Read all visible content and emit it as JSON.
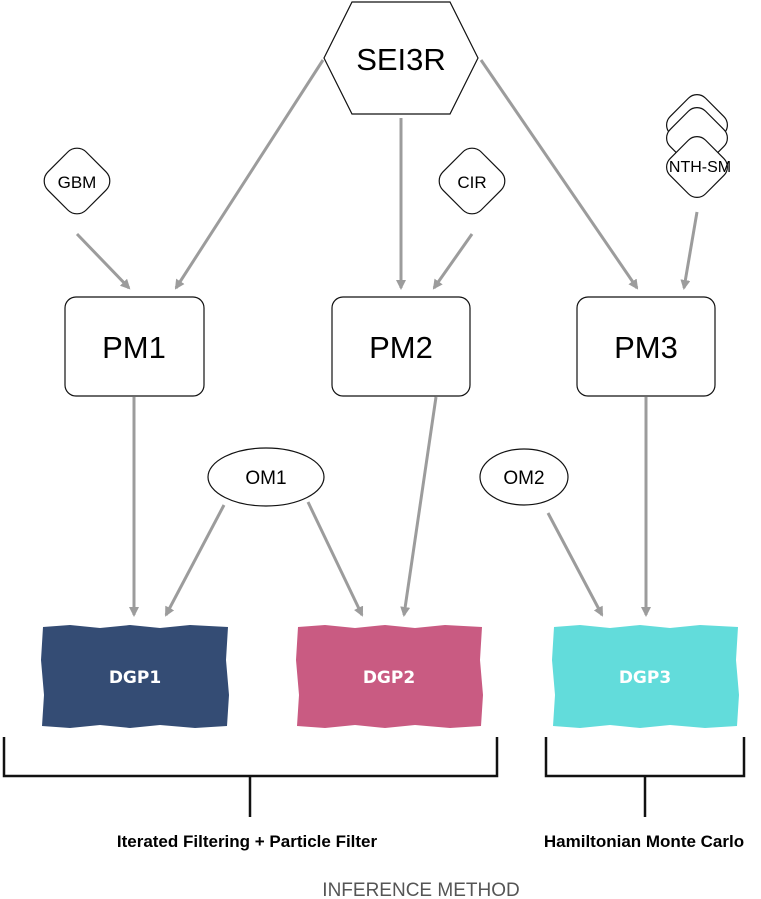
{
  "nodes": {
    "sei3r": {
      "label": "SEI3R"
    },
    "gbm": {
      "label": "GBM"
    },
    "cir": {
      "label": "CIR"
    },
    "nthsm": {
      "label": "NTH-SM"
    },
    "pm1": {
      "label": "PM1"
    },
    "pm2": {
      "label": "PM2"
    },
    "pm3": {
      "label": "PM3"
    },
    "om1": {
      "label": "OM1"
    },
    "om2": {
      "label": "OM2"
    },
    "dgp1": {
      "label": "DGP1",
      "color": "#344c74"
    },
    "dgp2": {
      "label": "DGP2",
      "color": "#c95b82"
    },
    "dgp3": {
      "label": "DGP3",
      "color": "#62dcdb"
    }
  },
  "methods": {
    "left": "Iterated Filtering + Particle Filter",
    "right": "Hamiltonian Monte Carlo"
  },
  "caption": "INFERENCE METHOD",
  "edges": [
    {
      "from": "SEI3R",
      "to": "PM1"
    },
    {
      "from": "SEI3R",
      "to": "PM2"
    },
    {
      "from": "SEI3R",
      "to": "PM3"
    },
    {
      "from": "GBM",
      "to": "PM1"
    },
    {
      "from": "CIR",
      "to": "PM2"
    },
    {
      "from": "NTH-SM",
      "to": "PM3"
    },
    {
      "from": "PM1",
      "to": "DGP1"
    },
    {
      "from": "OM1",
      "to": "DGP1"
    },
    {
      "from": "OM1",
      "to": "DGP2"
    },
    {
      "from": "PM2",
      "to": "DGP2"
    },
    {
      "from": "OM2",
      "to": "DGP3"
    },
    {
      "from": "PM3",
      "to": "DGP3"
    }
  ],
  "colors": {
    "edge": "#9c9c9c",
    "stroke": "#111111"
  }
}
